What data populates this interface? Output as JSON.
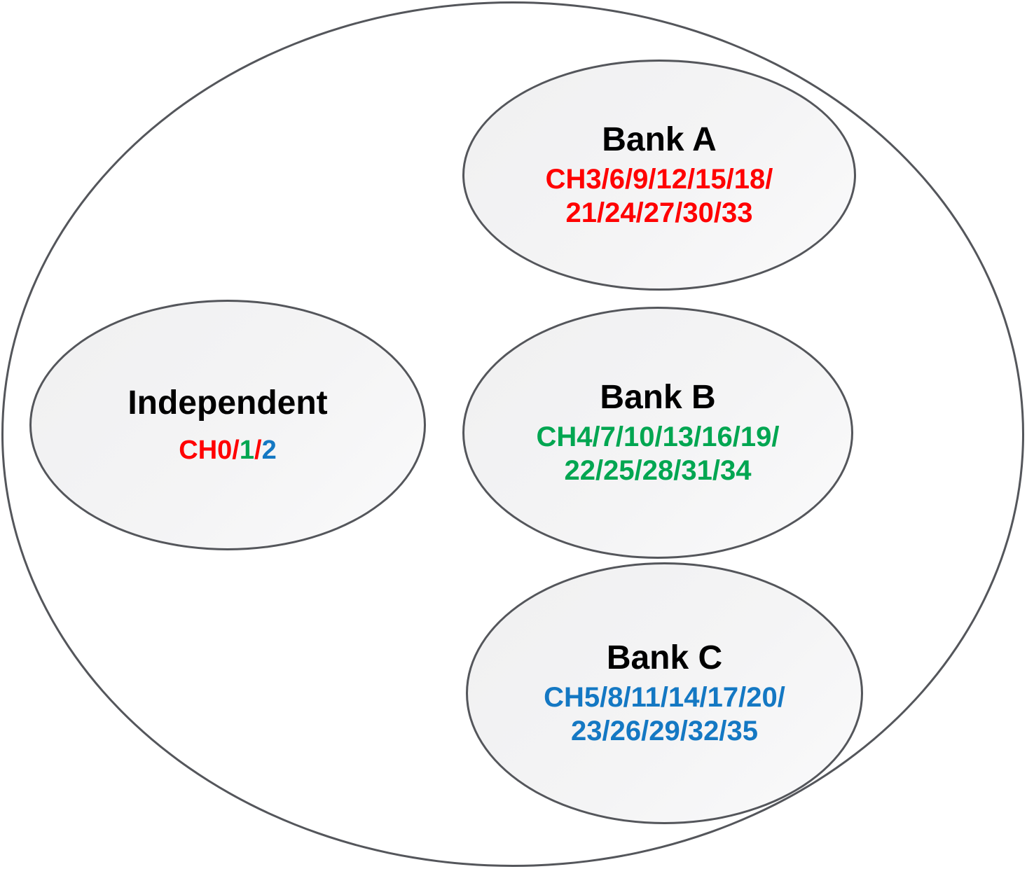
{
  "palette": {
    "red": "#FF0000",
    "green": "#00A651",
    "blue": "#1478C3",
    "outline": "#54565B",
    "ellipse_fill": "#F2F2F2",
    "title_text": "#000000"
  },
  "diagram": {
    "groups": [
      {
        "id": "independent",
        "title": "Independent",
        "channels_segments": [
          {
            "text": "CH0/",
            "color": "red"
          },
          {
            "text": "1",
            "color": "green"
          },
          {
            "text": "/",
            "color": "red"
          },
          {
            "text": "2",
            "color": "blue"
          }
        ]
      },
      {
        "id": "bank-a",
        "title": "Bank A",
        "channels_line1": "CH3/6/9/12/15/18/",
        "channels_line2": "21/24/27/30/33",
        "color": "red"
      },
      {
        "id": "bank-b",
        "title": "Bank B",
        "channels_line1": "CH4/7/10/13/16/19/",
        "channels_line2": "22/25/28/31/34",
        "color": "green"
      },
      {
        "id": "bank-c",
        "title": "Bank C",
        "channels_line1": "CH5/8/11/14/17/20/",
        "channels_line2": "23/26/29/32/35",
        "color": "blue"
      }
    ]
  }
}
